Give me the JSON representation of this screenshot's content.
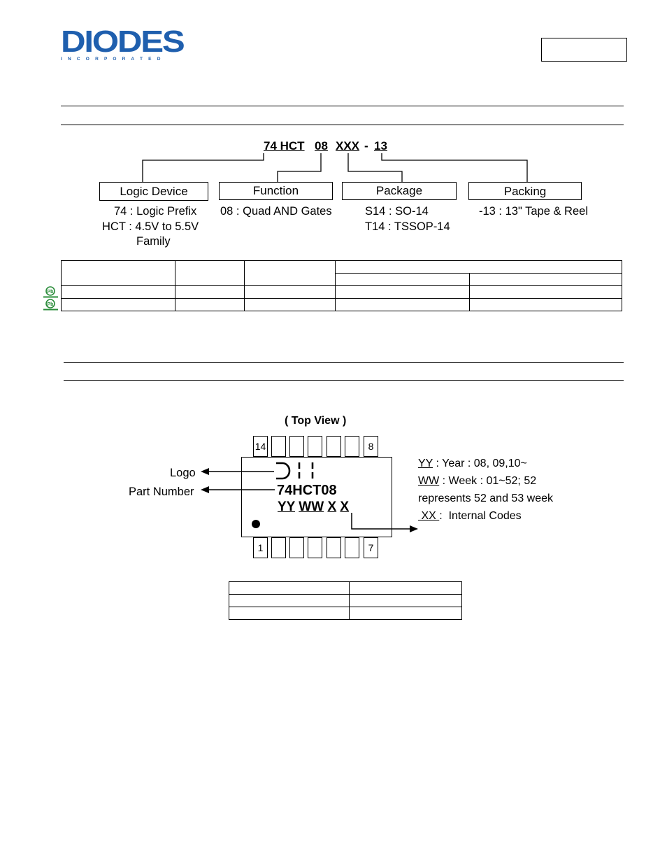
{
  "logo": {
    "brand": "DIODES",
    "tagline": "I N C O R P O R A T E D"
  },
  "ordering": {
    "code_parts": [
      "74 HCT",
      "08",
      "XXX",
      "-",
      "13"
    ],
    "fields": [
      {
        "title": "Logic Device",
        "desc": [
          "74 : Logic Prefix",
          "HCT : 4.5V to 5.5V",
          "Family"
        ]
      },
      {
        "title": "Function",
        "desc": [
          "08 : Quad AND Gates"
        ]
      },
      {
        "title": "Package",
        "desc": [
          "S14 : SO-14",
          "T14 : TSSOP-14"
        ]
      },
      {
        "title": "Packing",
        "desc": [
          "-13 : 13\" Tape & Reel"
        ]
      }
    ],
    "lead_free_icon": "lead-free-green-icon"
  },
  "marking": {
    "view_label": "( Top View )",
    "pins_top": [
      "14",
      "",
      "",
      "",
      "",
      "",
      "8"
    ],
    "pins_bottom": [
      "1",
      "",
      "",
      "",
      "",
      "",
      "7"
    ],
    "logo_label": "Logo",
    "part_label": "Part Number",
    "chip_part": "74HCT08",
    "chip_code": [
      "YY",
      "WW",
      "X",
      "X"
    ],
    "legend": {
      "yy_key": "YY",
      "yy_text": " : Year : 08, 09,10~",
      "ww_key": "WW",
      "ww_text": " : Week : 01~52; 52",
      "ww_text2": "represents  52 and 53 week",
      "xx_key": " XX ",
      "xx_text": ":  Internal Codes"
    }
  }
}
